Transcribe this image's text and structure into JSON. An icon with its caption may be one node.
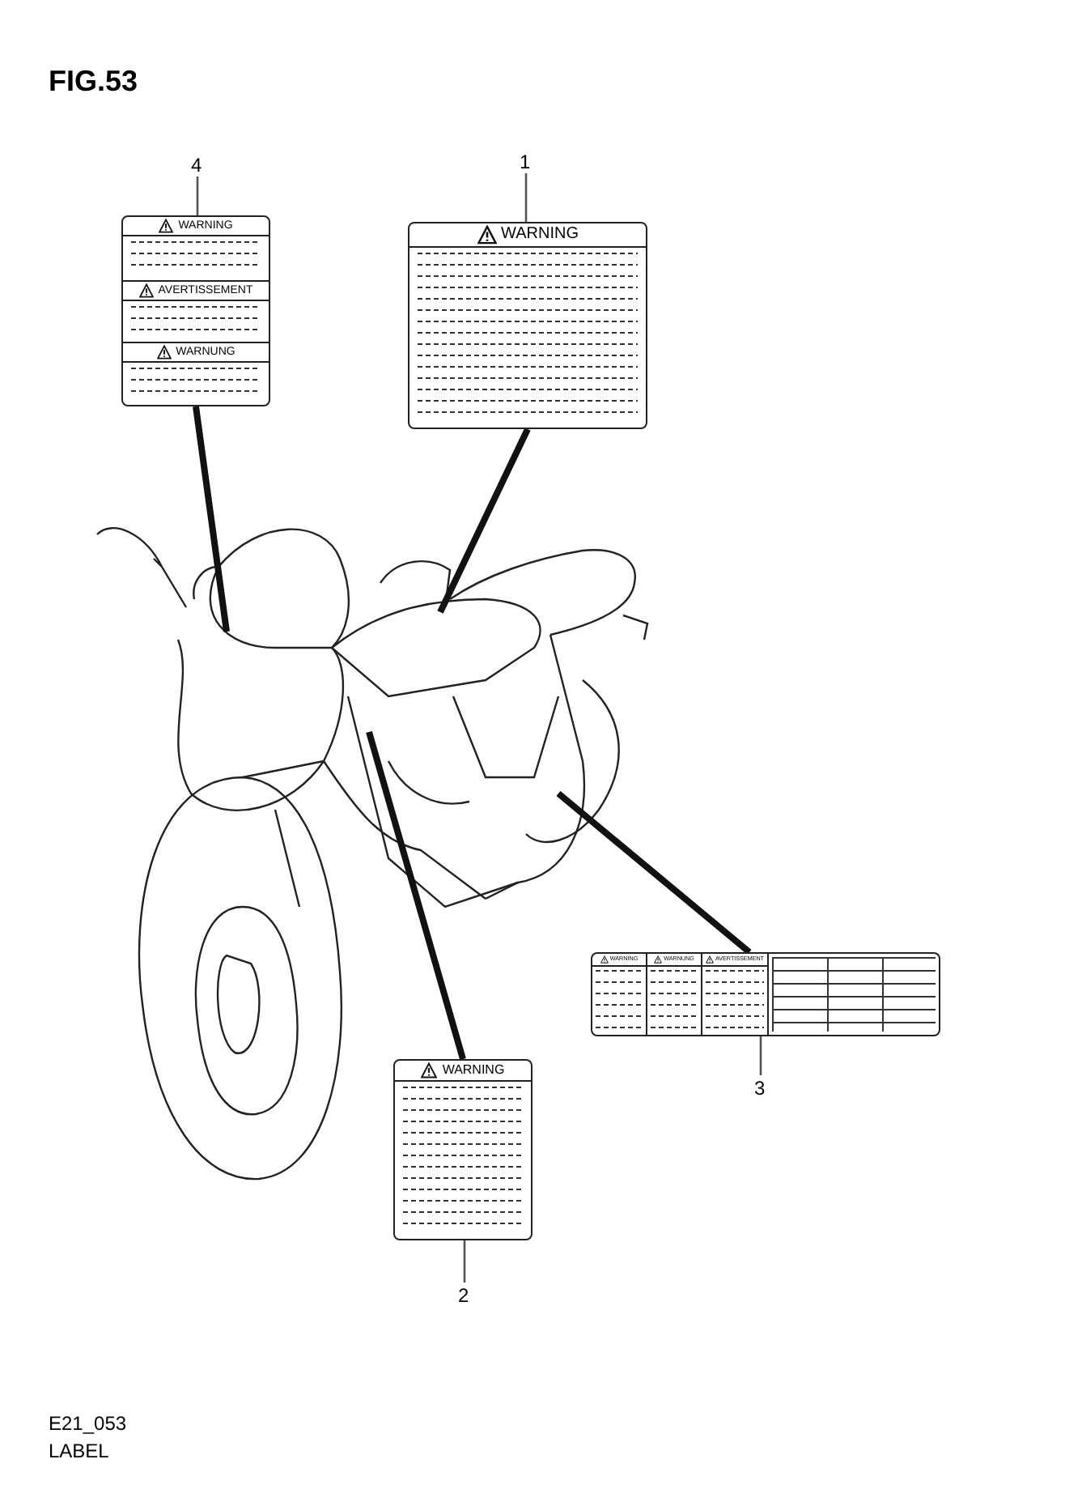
{
  "diagram": {
    "title": "FIG.53",
    "nodes": [
      {
        "text": [
          "4"
        ]
      },
      {
        "text": [
          "WARNING",
          "AVERTISSEMENT",
          "WARNUNG"
        ]
      },
      {
        "text": [
          "1"
        ]
      },
      {
        "text": [
          "WARNING"
        ]
      },
      {
        "text": [
          "WARNING",
          "WARNUNG",
          "AVERTISSEMENT"
        ]
      },
      {
        "text": [
          "3"
        ]
      },
      {
        "text": [
          "WARNING"
        ]
      },
      {
        "text": [
          "2"
        ]
      }
    ],
    "edges": [
      {
        "from": 0,
        "to": 1,
        "arrow": "none"
      },
      {
        "from": 2,
        "to": 3,
        "arrow": "none"
      },
      {
        "from": 5,
        "to": 4,
        "arrow": "none"
      },
      {
        "from": 7,
        "to": 6,
        "arrow": "none"
      },
      {
        "from": 1,
        "to": null,
        "arrow": "none",
        "style": "thick"
      },
      {
        "from": 3,
        "to": null,
        "arrow": "none",
        "style": "thick"
      },
      {
        "from": 4,
        "to": null,
        "arrow": "none",
        "style": "thick"
      },
      {
        "from": 6,
        "to": null,
        "arrow": "none",
        "style": "thick"
      }
    ],
    "labels": [
      "E21_053",
      "LABEL"
    ]
  }
}
